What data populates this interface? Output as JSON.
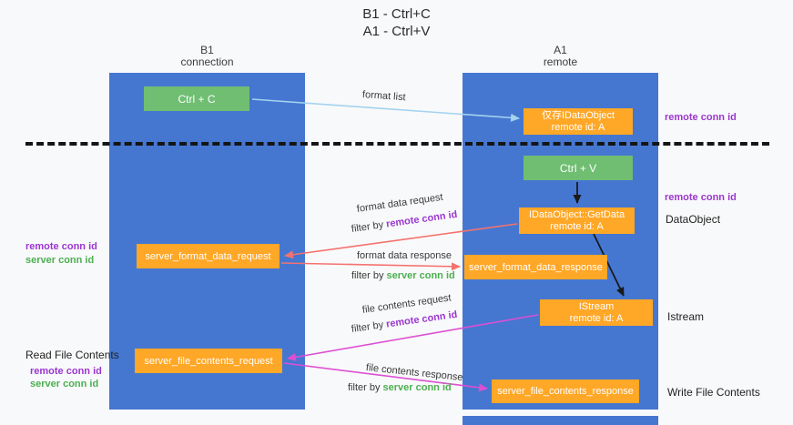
{
  "title": {
    "line1": "B1 - Ctrl+C",
    "line2": "A1 - Ctrl+V"
  },
  "lanes": {
    "left": {
      "name": "B1",
      "subtitle": "connection"
    },
    "right": {
      "name": "A1",
      "subtitle": "remote"
    }
  },
  "boxes": {
    "ctrl_c": "Ctrl + C",
    "ctrl_v": "Ctrl + V",
    "idataobject": {
      "line1": "仅存IDataObject",
      "line2": "remote id: A"
    },
    "getdata": {
      "line1": "IDataObject::GetData",
      "line2": "remote id: A"
    },
    "istream": {
      "line1": "IStream",
      "line2": "remote id: A"
    },
    "server_format_data_request": "server_format_data_request",
    "server_format_data_response": "server_format_data_response",
    "server_file_contents_request": "server_file_contents_request",
    "server_file_contents_response": "server_file_contents_response"
  },
  "labels": {
    "format_list": "format list",
    "format_data_request": "format data request",
    "format_data_response": "format data response",
    "file_contents_request": "file contents request",
    "file_contents_response": "file contents response",
    "filter_by": "filter by",
    "remote_conn_id": "remote conn id",
    "server_conn_id": "server conn id",
    "dataobject": "DataObject",
    "istream_side": "Istream",
    "read_file_contents": "Read File Contents",
    "write_file_contents": "Write File Contents"
  },
  "colors": {
    "lane_blue": "#4577d1",
    "box_green": "#6fbe72",
    "box_orange": "#ffa726",
    "purple_text": "#9c36cf",
    "green_text": "#4caf50",
    "arrow_lightblue": "#a3d3ee",
    "arrow_red": "#f4726e",
    "arrow_magenta": "#dd4fd2",
    "arrow_black": "#1a1a1a"
  }
}
